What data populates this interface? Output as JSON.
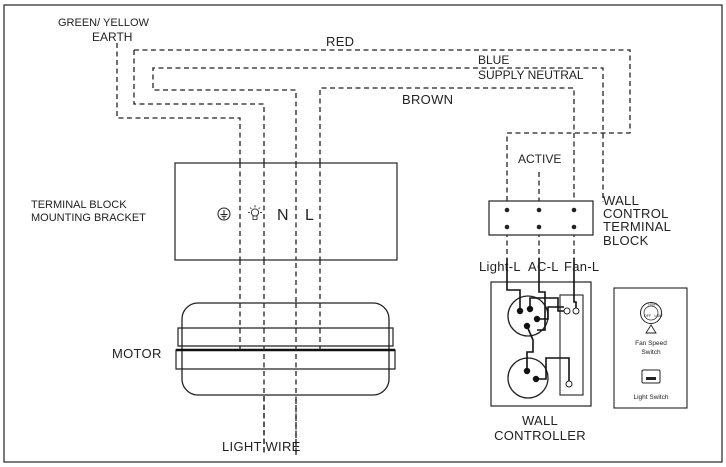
{
  "labels": {
    "earth_line1": "GREEN/ YELLOW",
    "earth_line2": "EARTH",
    "red": "RED",
    "blue": "BLUE",
    "supply_neutral": "SUPPLY NEUTRAL",
    "brown": "BROWN",
    "active": "ACTIVE",
    "terminal_block_line1": "TERMINAL BLOCK",
    "terminal_block_line2": "MOUNTING BRACKET",
    "terminal_n": "N",
    "terminal_l": "L",
    "wall_terminal_line1": "WALL",
    "wall_terminal_line2": "CONTROL",
    "wall_terminal_line3": "TERMINAL",
    "wall_terminal_line4": "BLOCK",
    "light_l": "Light-L",
    "ac_l": "AC-L",
    "fan_l": "Fan-L",
    "motor": "MOTOR",
    "light_wire": "LIGHT WIRE",
    "wall_controller_line1": "WALL",
    "wall_controller_line2": "CONTROLLER",
    "fan_speed_switch_line1": "Fan Speed",
    "fan_speed_switch_line2": "Switch",
    "light_switch": "Light Switch",
    "dial_hi": "HIGH",
    "dial_lo": "LOW",
    "dial_off": "OFF"
  },
  "colors": {
    "line": "#222222",
    "background": "#ffffff"
  },
  "icons": [
    "earth-ground-icon",
    "light-bulb-icon",
    "triangle-pointer-icon"
  ]
}
